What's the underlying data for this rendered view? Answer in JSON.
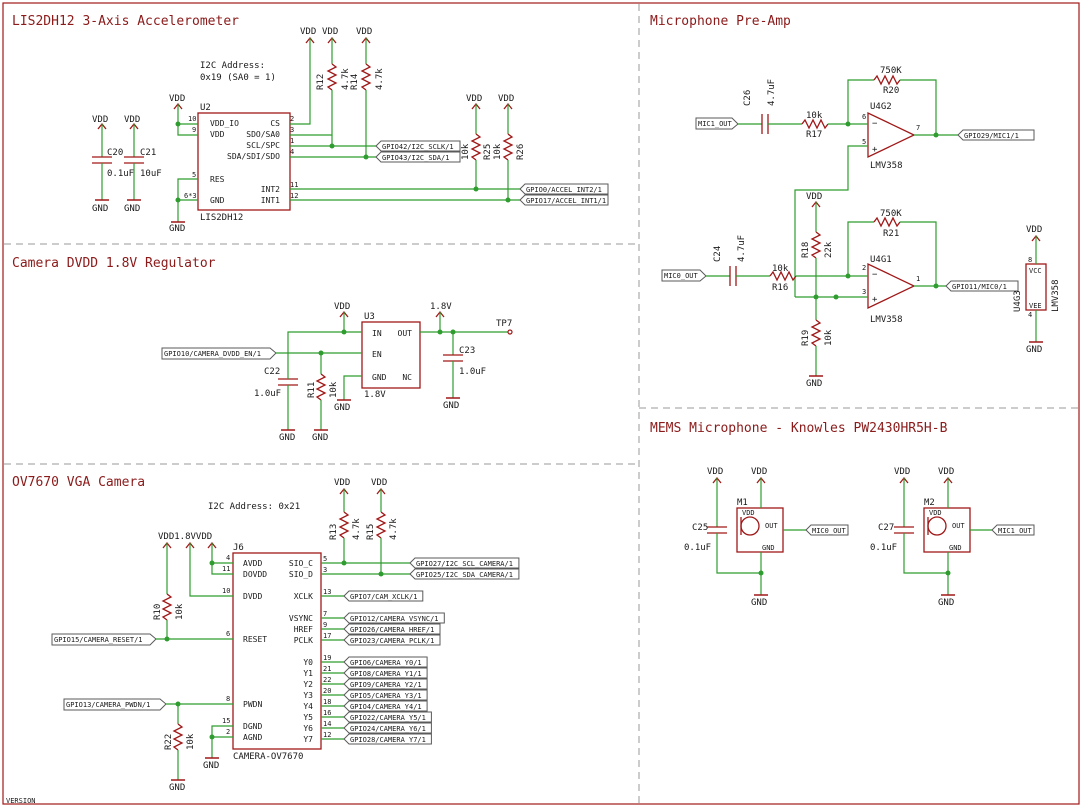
{
  "sections": {
    "accel": "LIS2DH12 3-Axis Accelerometer",
    "camreg": "Camera DVDD 1.8V Regulator",
    "camera": "OV7670 VGA Camera",
    "preamp": "Microphone Pre-Amp",
    "mems": "MEMS Microphone - Knowles PW2430HR5H-B"
  },
  "common": {
    "vdd": "VDD",
    "gnd": "GND",
    "v18": "1.8V"
  },
  "accel": {
    "note1": "I2C Address:",
    "note2": "0x19 (SA0 = 1)",
    "u_ref": "U2",
    "u_name": "LIS2DH12",
    "pins_left": [
      "VDD_IO",
      "VDD",
      "RES",
      "GND"
    ],
    "pins_right": [
      "CS",
      "SDO/SA0",
      "SCL/SPC",
      "SDA/SDI/SDO",
      "INT2",
      "INT1"
    ],
    "pn_left": [
      "10",
      "9",
      "5",
      "6*3"
    ],
    "pn_right": [
      "2",
      "3",
      "1",
      "4",
      "11",
      "12"
    ],
    "c20": "C20",
    "c20v": "0.1uF",
    "c21": "C21",
    "c21v": "10uF",
    "r12": "R12",
    "r14": "R14",
    "r25": "R25",
    "r26": "R26",
    "rv47": "4.7k",
    "rv10": "10k",
    "net_scl": "GPIO42/I2C_SCLK/1",
    "net_sda": "GPIO43/I2C_SDA/1",
    "net_int2": "GPIO0/ACCEL_INT2/1",
    "net_int1": "GPIO17/ACCEL_INT1/1"
  },
  "reg": {
    "u_ref": "U3",
    "u_val": "1.8V",
    "pins": [
      "IN",
      "OUT",
      "EN",
      "GND",
      "NC"
    ],
    "net_en": "GPIO10/CAMERA_DVDD_EN/1",
    "c22": "C22",
    "c22v": "1.0uF",
    "c23": "C23",
    "c23v": "1.0uF",
    "r11": "R11",
    "r11v": "10k",
    "tp": "TP7"
  },
  "cam": {
    "note": "I2C Address: 0x21",
    "j_ref": "J6",
    "j_name": "CAMERA-OV7670",
    "pins_left": [
      "AVDD",
      "DOVDD",
      "DVDD",
      "RESET",
      "PWDN",
      "DGND",
      "AGND"
    ],
    "pn_left": [
      "4",
      "11",
      "10",
      "6",
      "8",
      "15",
      "2"
    ],
    "pins_right": [
      "SIO_C",
      "SIO_D",
      "XCLK",
      "VSYNC",
      "HREF",
      "PCLK",
      "Y0",
      "Y1",
      "Y2",
      "Y3",
      "Y4",
      "Y5",
      "Y6",
      "Y7"
    ],
    "pn_right": [
      "5",
      "3",
      "13",
      "7",
      "9",
      "17",
      "19",
      "21",
      "22",
      "20",
      "18",
      "16",
      "14",
      "12"
    ],
    "nets_right": [
      "GPIO27/I2C_SCL_CAMERA/1",
      "GPIO25/I2C_SDA_CAMERA/1",
      "GPIO7/CAM_XCLK/1",
      "GPIO12/CAMERA_VSYNC/1",
      "GPIO26/CAMERA_HREF/1",
      "GPIO23/CAMERA_PCLK/1",
      "GPIO6/CAMERA_Y0/1",
      "GPIO8/CAMERA_Y1/1",
      "GPIO9/CAMERA_Y2/1",
      "GPIO5/CAMERA_Y3/1",
      "GPIO4/CAMERA_Y4/1",
      "GPIO22/CAMERA_Y5/1",
      "GPIO24/CAMERA_Y6/1",
      "GPIO28/CAMERA_Y7/1"
    ],
    "net_reset": "GPIO15/CAMERA_RESET/1",
    "net_pwdn": "GPIO13/CAMERA_PWDN/1",
    "r10": "R10",
    "r13": "R13",
    "r15": "R15",
    "r22": "R22",
    "rv10": "10k",
    "rv47": "4.7k",
    "top_label": "VDD1.8VVDD",
    "version": "VERSION"
  },
  "preamp": {
    "r20": "R20",
    "r20v": "750K",
    "r21": "R21",
    "r21v": "750K",
    "r17": "R17",
    "r17v": "10k",
    "r16": "R16",
    "r16v": "10k",
    "r18": "R18",
    "r18v": "22k",
    "r19": "R19",
    "r19v": "10k",
    "c26": "C26",
    "c26v": "4.7uF",
    "c24": "C24",
    "c24v": "4.7uF",
    "u_a_ref": "U4G2",
    "u_b_ref": "U4G1",
    "u_val": "LMV358",
    "u_pwr_ref": "U4G3",
    "u_pwr_vcc": "VCC",
    "u_pwr_vee": "VEE",
    "net_mic1_in": "MIC1_OUT",
    "net_mic0_in": "MIC0_OUT",
    "net_out_a": "GPIO29/MIC1/1",
    "net_out_b": "GPIO11/MIC0/1",
    "pn_a": [
      "6",
      "5",
      "7"
    ],
    "pn_b": [
      "2",
      "3",
      "1"
    ],
    "pn_pwr": [
      "8",
      "4"
    ]
  },
  "mems": {
    "c25": "C25",
    "c25v": "0.1uF",
    "c27": "C27",
    "c27v": "0.1uF",
    "m1": "M1",
    "m2": "M2",
    "m_vdd": "VDD",
    "m_out": "OUT",
    "m_gnd": "GND",
    "net_m1": "MIC0_OUT",
    "net_m2": "MIC1_OUT"
  }
}
